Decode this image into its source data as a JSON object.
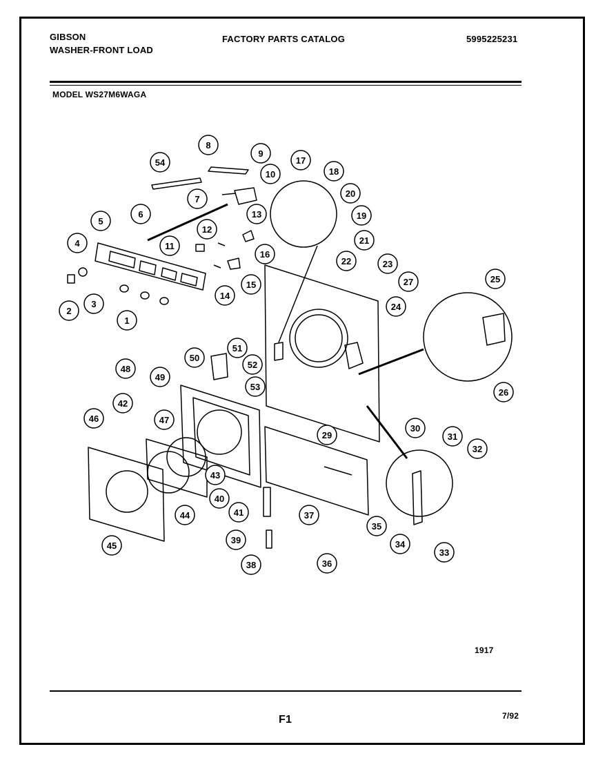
{
  "header": {
    "brand": "GIBSON",
    "product": "WASHER-FRONT LOAD",
    "catalog_title": "FACTORY PARTS CATALOG",
    "catalog_number": "5995225231",
    "model_line": "MODEL WS27M6WAGA"
  },
  "diagram": {
    "callouts": [
      "54",
      "8",
      "9",
      "10",
      "7",
      "17",
      "18",
      "20",
      "19",
      "21",
      "16",
      "6",
      "13",
      "5",
      "12",
      "11",
      "4",
      "15",
      "14",
      "2",
      "3",
      "1",
      "22",
      "23",
      "27",
      "25",
      "24",
      "26",
      "50",
      "51",
      "52",
      "48",
      "49",
      "53",
      "47",
      "42",
      "46",
      "29",
      "30",
      "31",
      "32",
      "43",
      "40",
      "41",
      "44",
      "37",
      "35",
      "34",
      "33",
      "39",
      "45",
      "38",
      "36"
    ]
  },
  "footer": {
    "figure_code": "1917",
    "page_label": "F1",
    "date": "7/92"
  }
}
